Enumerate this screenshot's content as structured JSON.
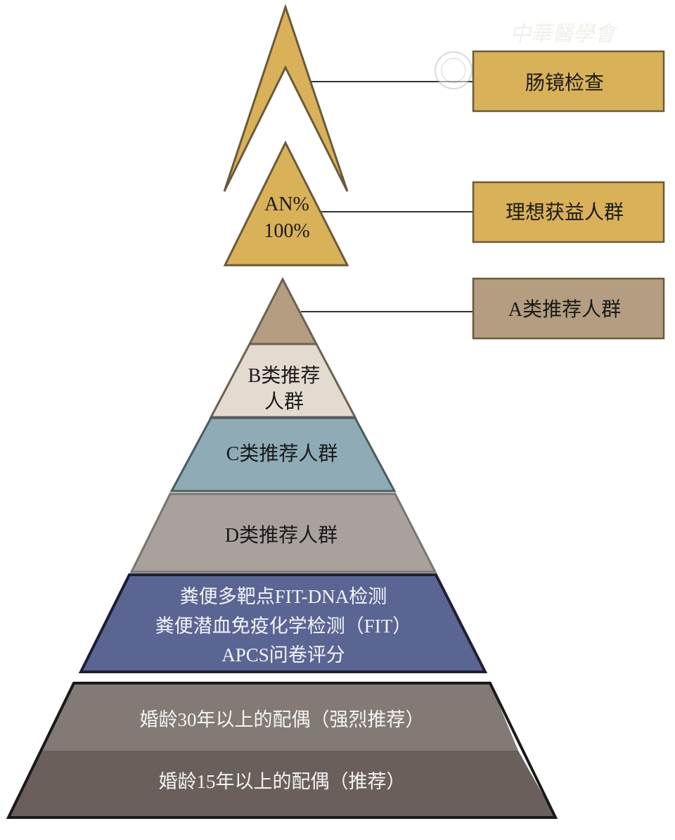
{
  "colors": {
    "gold": "#D9B159",
    "gold_border": "#6B5A3A",
    "tier_a": "#B49D80",
    "tier_b": "#E4DBD0",
    "tier_c": "#8EABB6",
    "tier_d": "#A8A19D",
    "screening": "#5A6594",
    "spouse_30": "#837A76",
    "spouse_15": "#6A5F5B"
  },
  "top": {
    "colonoscopy_label": "肠镜检查",
    "an_line1": "AN%",
    "an_line2": "100%",
    "ideal_label": "理想获益人群",
    "tier_a_label": "A类推荐人群"
  },
  "pyramid": {
    "tier_b_line1": "B类推荐",
    "tier_b_line2": "人群",
    "tier_c": "C类推荐人群",
    "tier_d": "D类推荐人群",
    "screening_lines": [
      "粪便多靶点FIT-DNA检测",
      "粪便潜血免疫化学检测（FIT）",
      "APCS问卷评分"
    ],
    "spouse_30": "婚龄30年以上的配偶（强烈推荐）",
    "spouse_15": "婚龄15年以上的配偶（推荐）"
  },
  "watermark": "中华医学会"
}
